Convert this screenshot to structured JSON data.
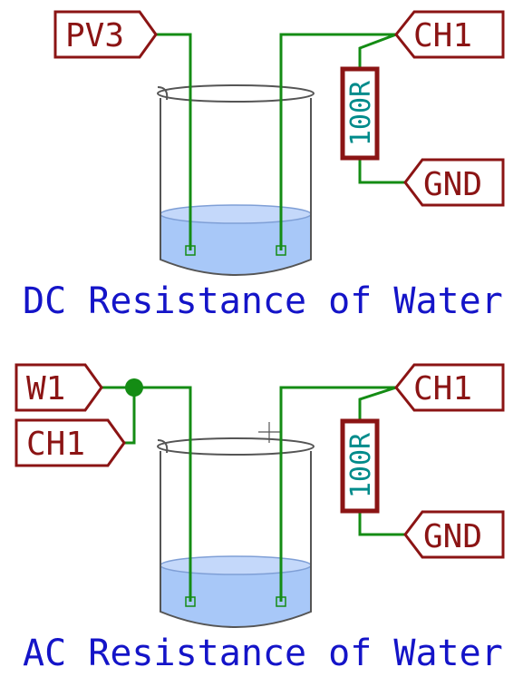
{
  "circuits": [
    {
      "title": "DC Resistance of Water",
      "source_labels": [
        "PV3"
      ],
      "meas_label": "CH1",
      "ground_label": "GND",
      "resistor_label": "100R"
    },
    {
      "title": "AC Resistance of Water",
      "source_labels": [
        "W1",
        "CH1"
      ],
      "meas_label": "CH1",
      "ground_label": "GND",
      "resistor_label": "100R"
    }
  ],
  "colors": {
    "wire": "#148c14",
    "label": "#8b1414",
    "resistor_text": "#008b8b",
    "title": "#1414c8",
    "water": "#a8c8f8"
  }
}
